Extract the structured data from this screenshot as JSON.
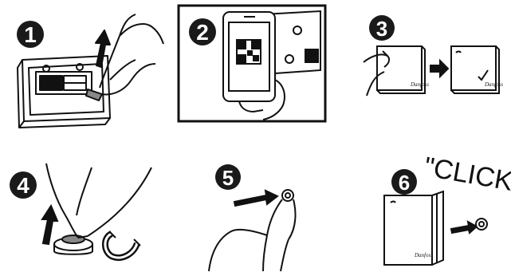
{
  "steps": [
    {
      "number": "1"
    },
    {
      "number": "2"
    },
    {
      "number": "3"
    },
    {
      "number": "4"
    },
    {
      "number": "5"
    },
    {
      "number": "6"
    }
  ],
  "brand": "Danfoss",
  "step6": {
    "sound_text": "\"CLICK\""
  },
  "colors": {
    "ink": "#111111",
    "badge": "#1a1a1a",
    "background": "#ffffff"
  },
  "icons": [
    "battery-pull-tab-icon",
    "phone-qr-scan-icon",
    "press-button-icon",
    "magnet-icon",
    "fingerprint-press-icon",
    "wall-mount-click-icon"
  ]
}
